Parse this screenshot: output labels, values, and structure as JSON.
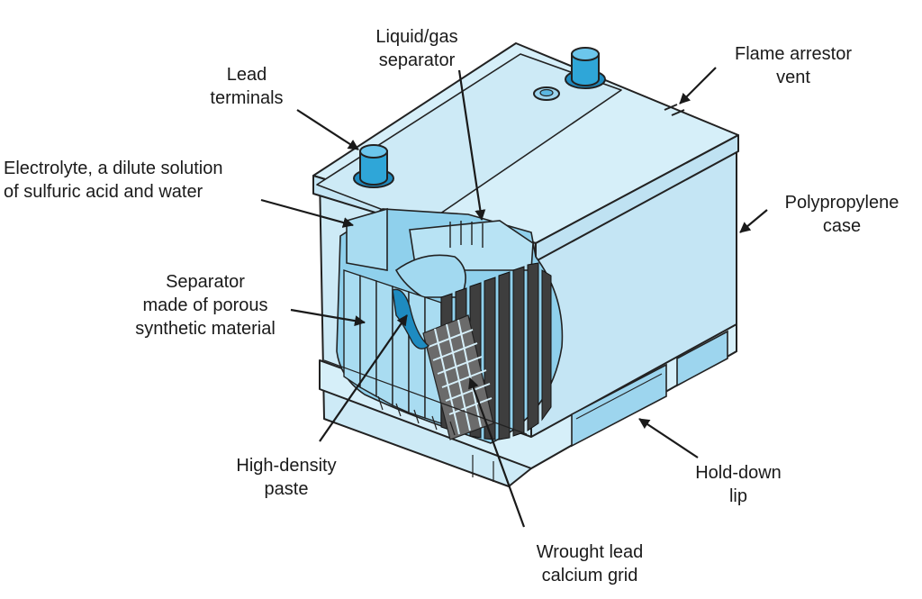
{
  "colors": {
    "case_fill": "#cdeaf6",
    "case_face": "#c4e5f4",
    "case_top": "#d6eff9",
    "terminal": "#2fa6d8",
    "interior": "#8fd0ec",
    "plate": "#a9dcf1",
    "dark": "#3e3e3e",
    "outline": "#222222"
  },
  "labels": {
    "lead_terminals": [
      "Lead",
      "terminals"
    ],
    "liquid_gas_separator": [
      "Liquid/gas",
      "separator"
    ],
    "flame_arrestor_vent": [
      "Flame arrestor",
      "vent"
    ],
    "electrolyte": [
      "Electrolyte, a dilute solution",
      "of sulfuric acid and water"
    ],
    "polypropylene_case": [
      "Polypropylene",
      "case"
    ],
    "separator_material": [
      "Separator",
      "made of porous",
      "synthetic material"
    ],
    "high_density_paste": [
      "High-density",
      "paste"
    ],
    "hold_down_lip": [
      "Hold-down",
      "lip"
    ],
    "wrought_lead_grid": [
      "Wrought lead",
      "calcium grid"
    ]
  }
}
